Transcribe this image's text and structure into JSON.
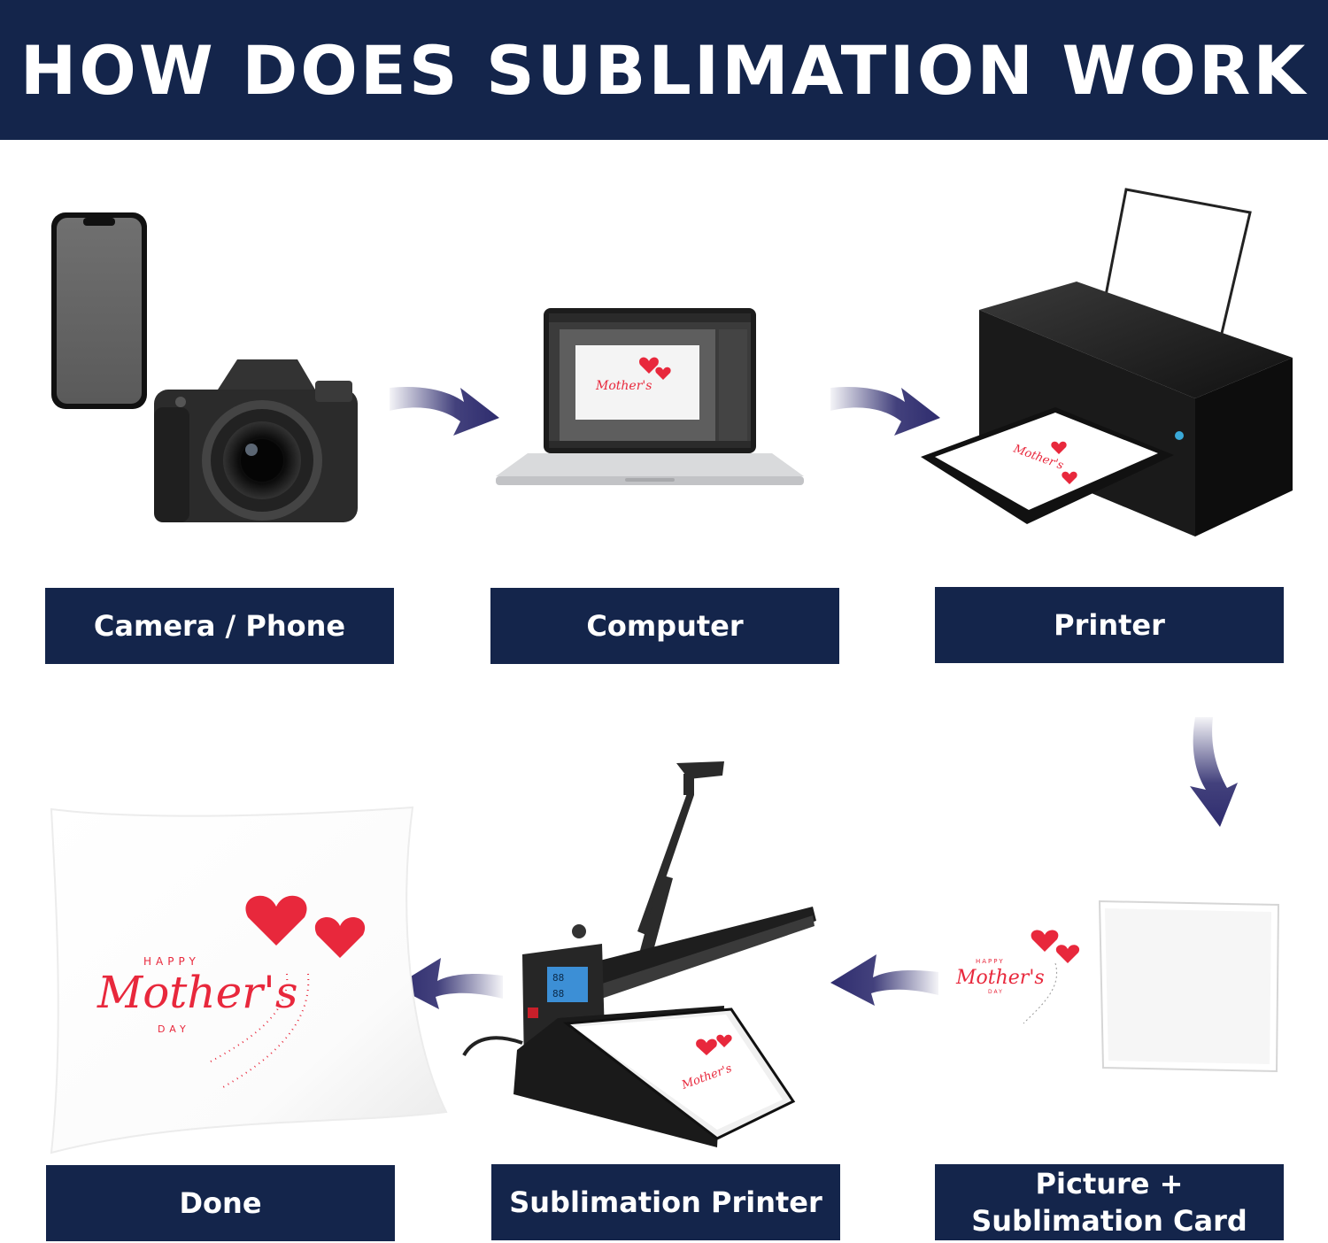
{
  "title": "HOW DOES SUBLIMATION WORK",
  "steps": [
    {
      "label": "Camera / Phone"
    },
    {
      "label": "Computer"
    },
    {
      "label": "Printer"
    },
    {
      "label_line1": "Picture +",
      "label_line2": "Sublimation Card"
    },
    {
      "label": "Sublimation Printer"
    },
    {
      "label": "Done"
    }
  ],
  "artwork": {
    "line1": "HAPPY",
    "line2": "Mother's",
    "line3": "DAY"
  },
  "press_display": {
    "top": "88",
    "bottom": "88"
  },
  "colors": {
    "navy": "#14254b",
    "arrow": "#2e2c6e",
    "heart": "#e8283c"
  }
}
